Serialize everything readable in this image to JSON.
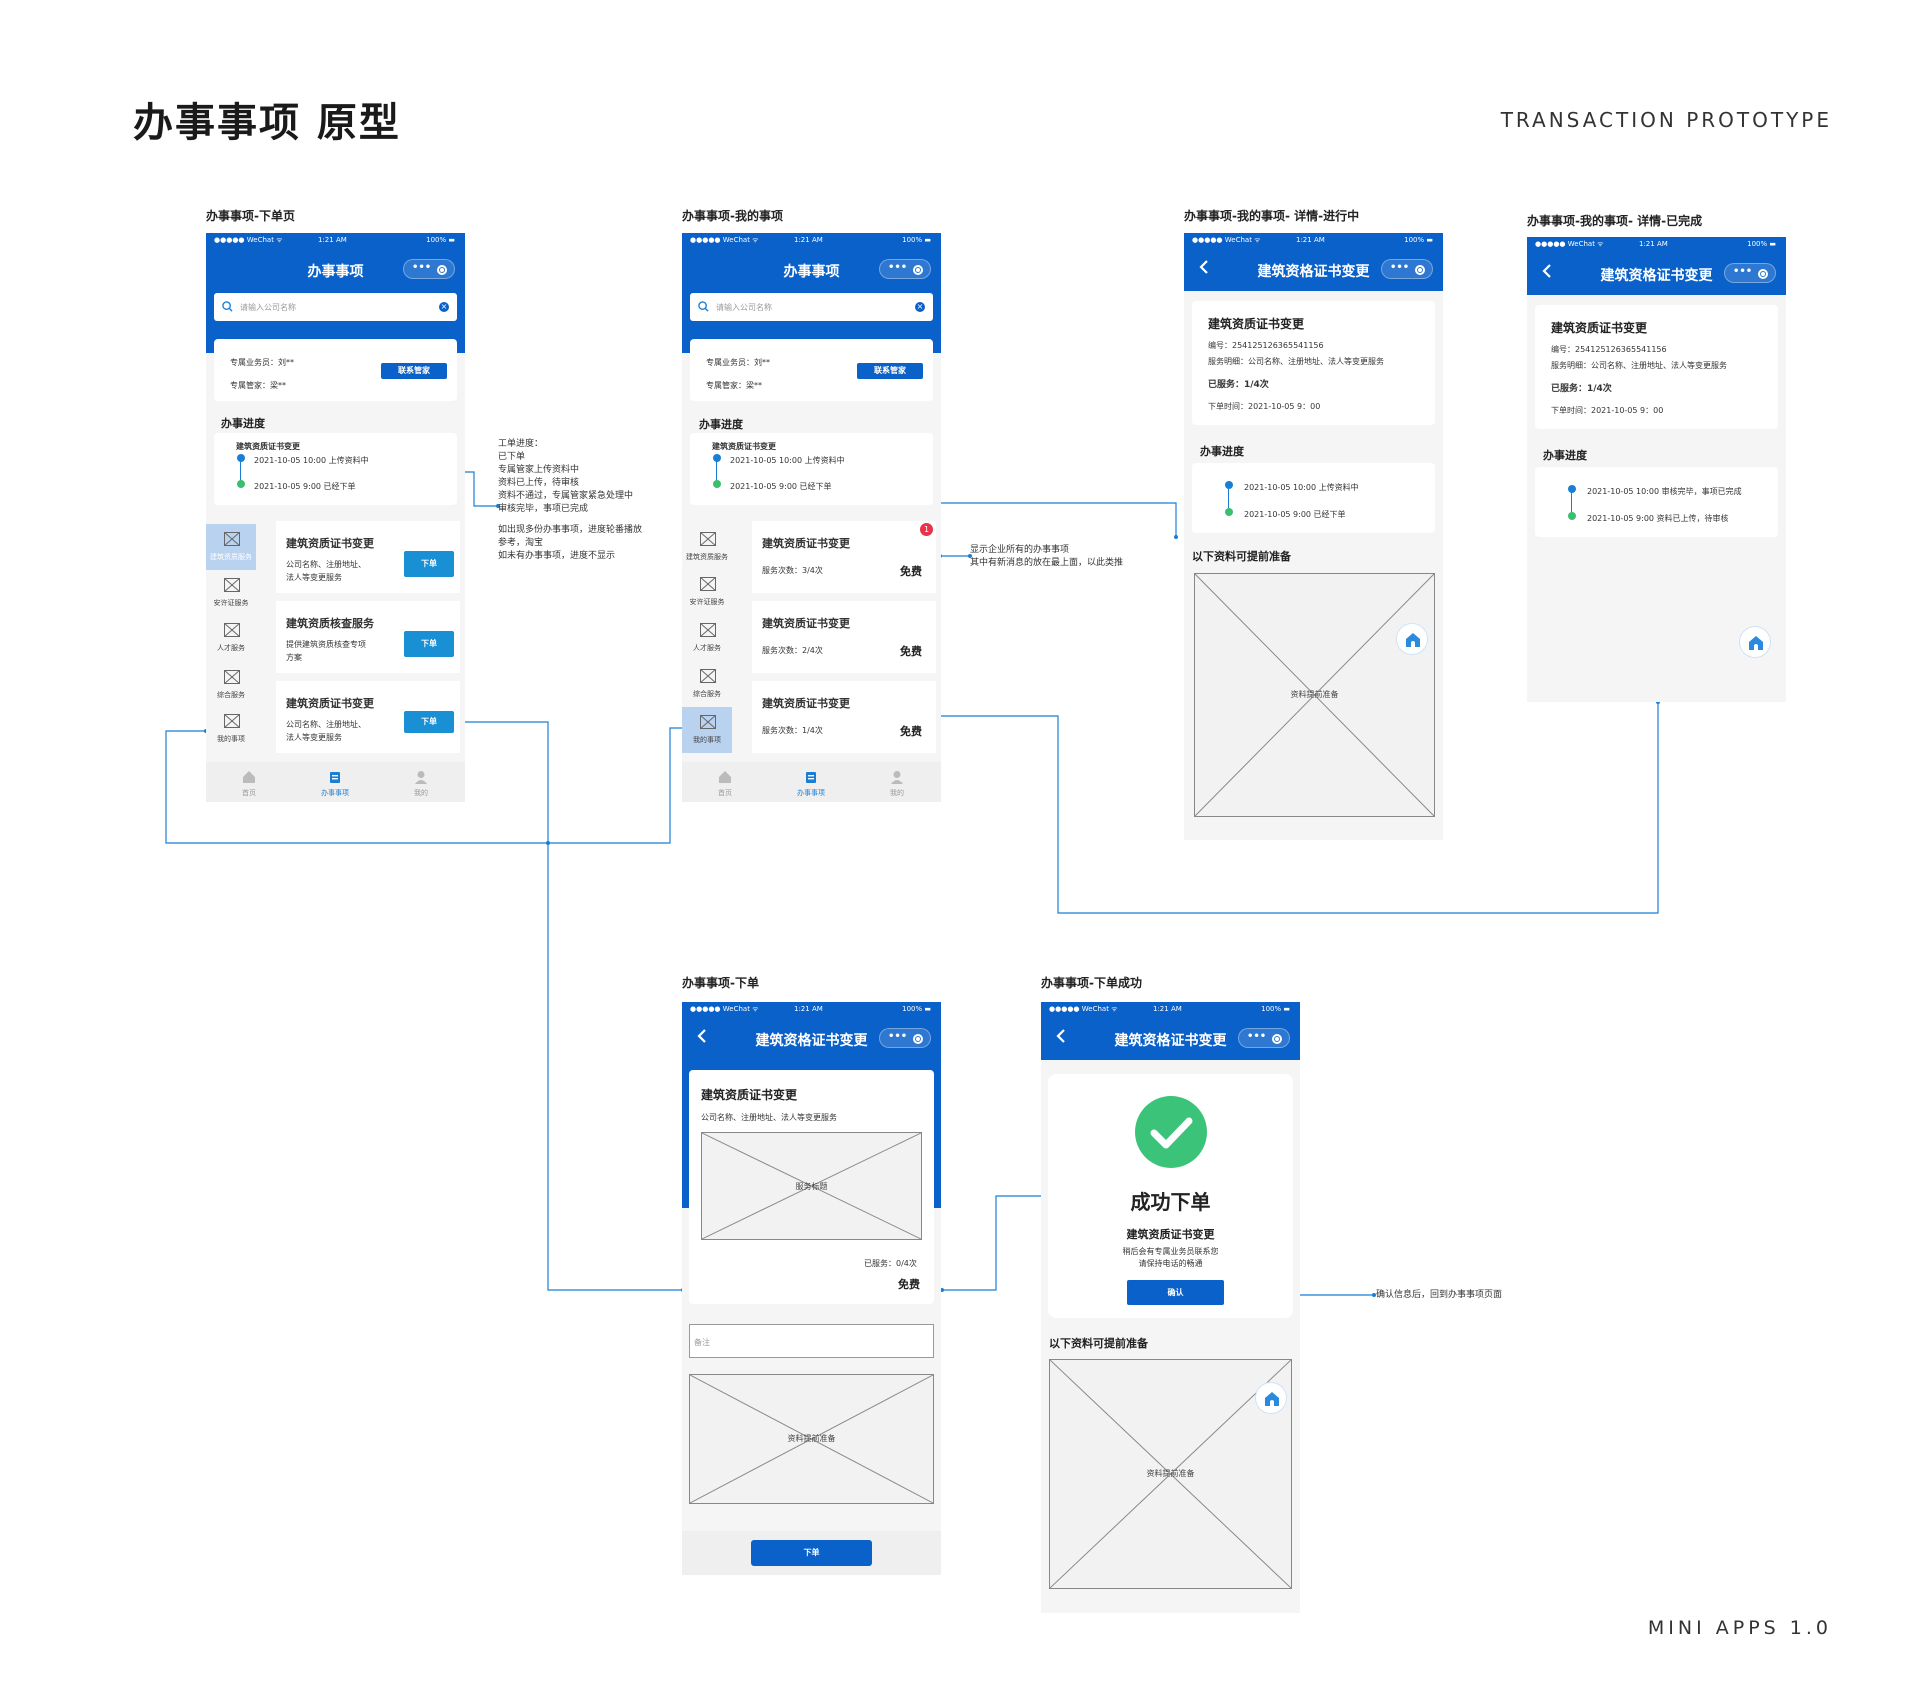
{
  "header": {
    "title": "办事事项 原型",
    "subtitle": "TRANSACTION PROTOTYPE",
    "footer": "MINI APPS 1.0"
  },
  "status": {
    "carrier": "●●●●● WeChat ᯤ",
    "time": "1:21 AM",
    "battery": "100% ▬"
  },
  "screen1": {
    "caption": "办事事项-下单页",
    "nav_title": "办事事项",
    "search_placeholder": "请输入公司名称",
    "salesman": "专属业务员：刘**",
    "manager": "专属管家：梁**",
    "contact_button": "联系管家",
    "progress_title": "办事进度",
    "progress_item": "建筑资质证书变更",
    "progress_step1": "2021-10-05 10:00 上传资料中",
    "progress_step2": "2021-10-05 9:00 已经下单",
    "sidebar": [
      "建筑资质服务",
      "安许证服务",
      "人才服务",
      "综合服务",
      "我的事项"
    ],
    "services": [
      {
        "title": "建筑资质证书变更",
        "desc1": "公司名称、注册地址、",
        "desc2": "法人等变更服务",
        "button": "下单"
      },
      {
        "title": "建筑资质核查服务",
        "desc1": "提供建筑资质核查专项",
        "desc2": "方案",
        "button": "下单"
      },
      {
        "title": "建筑资质证书变更",
        "desc1": "公司名称、注册地址、",
        "desc2": "法人等变更服务",
        "button": "下单"
      }
    ],
    "tabs": [
      "首页",
      "办事事项",
      "我的"
    ]
  },
  "screen2": {
    "caption": "办事事项-我的事项",
    "nav_title": "办事事项",
    "search_placeholder": "请输入公司名称",
    "salesman": "专属业务员：刘**",
    "manager": "专属管家：梁**",
    "contact_button": "联系管家",
    "progress_title": "办事进度",
    "progress_item": "建筑资质证书变更",
    "progress_step1": "2021-10-05 10:00 上传资料中",
    "progress_step2": "2021-10-05 9:00 已经下单",
    "sidebar": [
      "建筑资质服务",
      "安许证服务",
      "人才服务",
      "综合服务",
      "我的事项"
    ],
    "badge": "1",
    "items": [
      {
        "title": "建筑资质证书变更",
        "count": "服务次数：3/4次",
        "price": "免费"
      },
      {
        "title": "建筑资质证书变更",
        "count": "服务次数：2/4次",
        "price": "免费"
      },
      {
        "title": "建筑资质证书变更",
        "count": "服务次数：1/4次",
        "price": "免费"
      }
    ],
    "tabs": [
      "首页",
      "办事事项",
      "我的"
    ]
  },
  "screen3": {
    "caption": "办事事项-我的事项- 详情-进行中",
    "nav_title": "建筑资格证书变更",
    "item_title": "建筑资质证书变更",
    "number": "编号：254125126365541156",
    "detail": "服务明细：公司名称、注册地址、法人等变更服务",
    "served": "已服务：1/4次",
    "order_time": "下单时间：2021-10-05 9：00",
    "progress_title": "办事进度",
    "step1": "2021-10-05 10:00 上传资料中",
    "step2": "2021-10-05 9:00 已经下单",
    "prep_title": "以下资料可提前准备",
    "placeholder": "资料提前准备"
  },
  "screen4": {
    "caption": "办事事项-我的事项- 详情-已完成",
    "nav_title": "建筑资格证书变更",
    "item_title": "建筑资质证书变更",
    "number": "编号：254125126365541156",
    "detail": "服务明细：公司名称、注册地址、法人等变更服务",
    "served": "已服务：1/4次",
    "order_time": "下单时间：2021-10-05 9：00",
    "progress_title": "办事进度",
    "step1": "2021-10-05 10:00 审核完毕，事项已完成",
    "step2": "2021-10-05 9:00 资料已上传，待审核"
  },
  "screen5": {
    "caption": "办事事项-下单",
    "nav_title": "建筑资格证书变更",
    "item_title": "建筑资质证书变更",
    "desc": "公司名称、注册地址、法人等变更服务",
    "image_label": "服务标题",
    "served": "已服务：0/4次",
    "price": "免费",
    "remark_placeholder": "备注",
    "placeholder": "资料提前准备",
    "submit": "下单"
  },
  "screen6": {
    "caption": "办事事项-下单成功",
    "nav_title": "建筑资格证书变更",
    "success_title": "成功下单",
    "item_title": "建筑资质证书变更",
    "msg1": "稍后会有专属业务员联系您",
    "msg2": "请保持电话的畅通",
    "confirm": "确认",
    "prep_title": "以下资料可提前准备",
    "placeholder": "资料提前准备"
  },
  "notes": {
    "progress_note": [
      "工单进度：",
      "已下单",
      "专属管家上传资料中",
      "资料已上传，待审核",
      "资料不通过，专属管家紧急处理中",
      "审核完毕，事项已完成",
      "",
      "如出现多份办事事项，进度轮番播放",
      "参考，淘宝",
      "如未有办事事项，进度不显示"
    ],
    "my_items_note": [
      "显示企业所有的办事事项",
      "其中有新消息的放在最上面，以此类推"
    ],
    "confirm_note": "确认信息后，回到办事事项页面"
  },
  "colors": {
    "primary": "#0a61c9",
    "accent": "#1a90d4",
    "success": "#3bbf6e",
    "badge": "#e8334a"
  }
}
